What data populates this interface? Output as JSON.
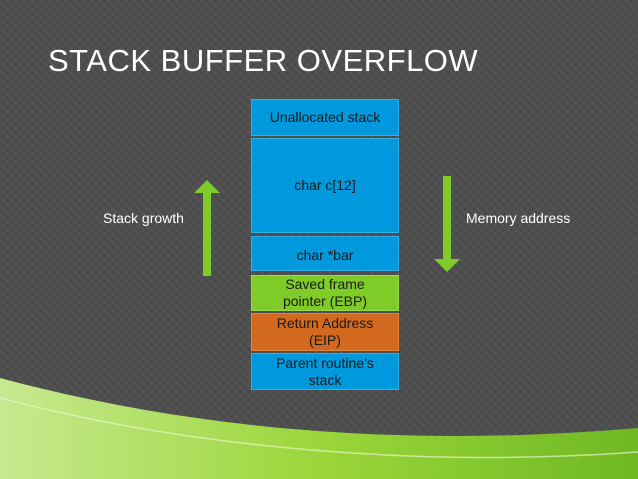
{
  "title": "STACK BUFFER OVERFLOW",
  "labels": {
    "stack_growth": "Stack growth",
    "memory_address": "Memory address"
  },
  "stack": {
    "unallocated": "Unallocated stack",
    "char_c": "char c[12]",
    "char_bar": "char *bar",
    "saved_frame": "Saved frame pointer (EBP)",
    "return_address": "Return Address (EIP)",
    "parent_stack": "Parent routine’s stack"
  },
  "colors": {
    "background": "#4e4e4e",
    "stack_blue": "#0099dd",
    "stack_green": "#7fcc29",
    "stack_orange": "#d2691e",
    "arrow_green": "#7fcc29",
    "swoosh_green": "#9bd63a"
  },
  "icons": {
    "up_arrow": "arrow-up-icon",
    "down_arrow": "arrow-down-icon"
  }
}
